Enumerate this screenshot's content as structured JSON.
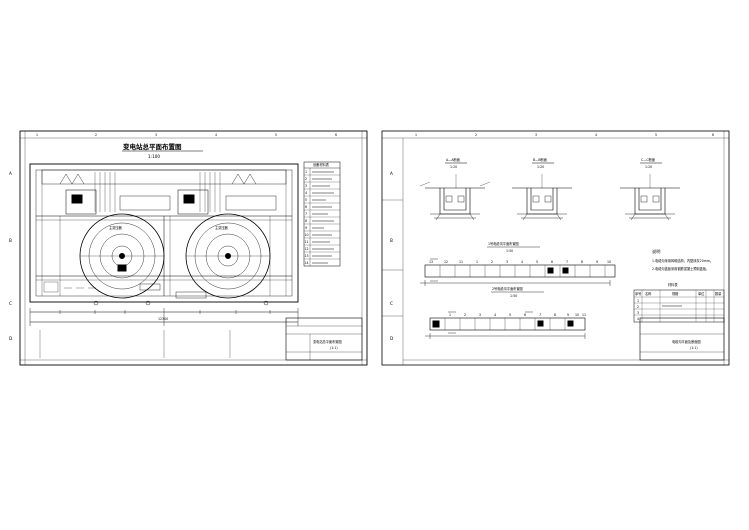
{
  "left_sheet": {
    "title": "变电站总平面布置图",
    "scale": "1:100",
    "grid_cols": [
      "1",
      "2",
      "3",
      "4",
      "5",
      "6"
    ],
    "grid_rows": [
      "A",
      "B",
      "C",
      "D"
    ],
    "legend_title": "设备材料表",
    "legend_rows": [
      "1",
      "2",
      "3",
      "4",
      "5",
      "6",
      "7",
      "8",
      "9",
      "10",
      "11",
      "12",
      "13",
      "14"
    ],
    "tank_label": "主变压器",
    "bottom_dim": "12300",
    "title_block_text": "变电站总平面布置图",
    "title_block_scale": "(1:1)"
  },
  "right_sheet": {
    "grid_cols": [
      "1",
      "2",
      "3",
      "4",
      "5",
      "6"
    ],
    "grid_rows": [
      "A",
      "B",
      "C",
      "D"
    ],
    "sections": [
      {
        "title": "A—A断面",
        "scale": "1:20"
      },
      {
        "title": "B—B断面",
        "scale": "1:20"
      },
      {
        "title": "C—C断面",
        "scale": "1:20"
      }
    ],
    "plan1_title": "1号电缆沟平面布置图",
    "plan1_scale": "1:50",
    "plan1_numbers": [
      "13",
      "12",
      "11",
      "1",
      "2",
      "3",
      "4",
      "5",
      "6",
      "7",
      "8",
      "9",
      "10"
    ],
    "plan2_title": "2号电缆沟平面布置图",
    "plan2_scale": "1:50",
    "plan2_numbers": [
      "1",
      "2",
      "3",
      "4",
      "5",
      "6",
      "7",
      "8",
      "9",
      "10",
      "11"
    ],
    "notes_title": "说明",
    "notes": [
      "1.电缆沟采用砖砌结构，内壁抹灰20mm。",
      "2.电缆沟盖板采用钢筋混凝土预制盖板。"
    ],
    "materials_title": "材料表",
    "material_headers": [
      "序号",
      "名称",
      "规格",
      "单位",
      "数量"
    ],
    "material_rows": [
      "1",
      "2",
      "3",
      "4"
    ],
    "title_block_text": "电缆沟平面及断面图",
    "title_block_scale": "(1:1)"
  }
}
